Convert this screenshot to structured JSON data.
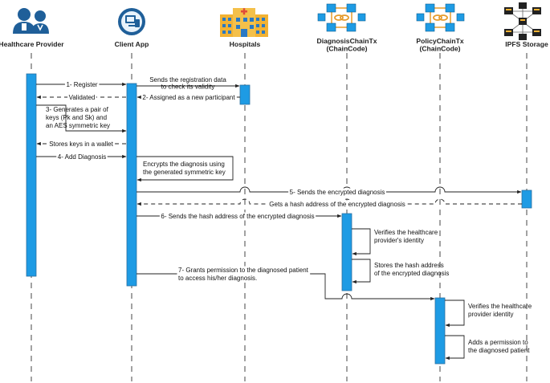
{
  "actors": [
    {
      "id": "hp",
      "label": "Healthcare Provider",
      "icon": "healthcare-provider-icon"
    },
    {
      "id": "app",
      "label": "Client App",
      "icon": "client-app-icon"
    },
    {
      "id": "hosp",
      "label": "Hospitals",
      "icon": "hospital-icon"
    },
    {
      "id": "diag",
      "label": "DiagnosisChainTx\n(ChainCode)",
      "icon": "blockchain-icon"
    },
    {
      "id": "pol",
      "label": "PolicyChainTx\n(ChainCode)",
      "icon": "blockchain-icon"
    },
    {
      "id": "ipfs",
      "label": "IPFS Storage",
      "icon": "ipfs-storage-icon"
    }
  ],
  "messages": [
    {
      "id": "m1",
      "text": "1- Register"
    },
    {
      "id": "m1b",
      "text": "Sends the registration data\nto check its validity"
    },
    {
      "id": "m2",
      "text": "2- Assigned as a new participant"
    },
    {
      "id": "m2b",
      "text": "Validated"
    },
    {
      "id": "m3",
      "text": "3- Generates a pair of\nkeys (Pk and Sk) and\nan AES symmetric key"
    },
    {
      "id": "m3b",
      "text": "Stores keys in a wallet"
    },
    {
      "id": "m4",
      "text": "4- Add Diagnosis"
    },
    {
      "id": "m4b",
      "text": "Encrypts the diagnosis using\nthe generated symmetric key"
    },
    {
      "id": "m5",
      "text": "5- Sends the encrypted diagnosis"
    },
    {
      "id": "m5b",
      "text": "Gets a hash address of the encrypted diagnosis"
    },
    {
      "id": "m6",
      "text": "6- Sends the hash address of the encrypted diagnosis"
    },
    {
      "id": "m6a",
      "text": "Verifies the healthcare\nprovider's identity"
    },
    {
      "id": "m6b",
      "text": "Stores the hash address\nof the encrypted diagnosis"
    },
    {
      "id": "m7",
      "text": "7- Grants permission to the diagnosed patient\nto access his/her diagnosis."
    },
    {
      "id": "m7a",
      "text": "Verifies the healthcare\nprovider identity"
    },
    {
      "id": "m7b",
      "text": "Adds a permission to\nthe diagnosed patient"
    }
  ],
  "colors": {
    "activation": "#1e9be4",
    "hospital": "#f2b233",
    "person": "#1f5f99",
    "node": "#1e9be4",
    "link": "#e69b2c"
  }
}
